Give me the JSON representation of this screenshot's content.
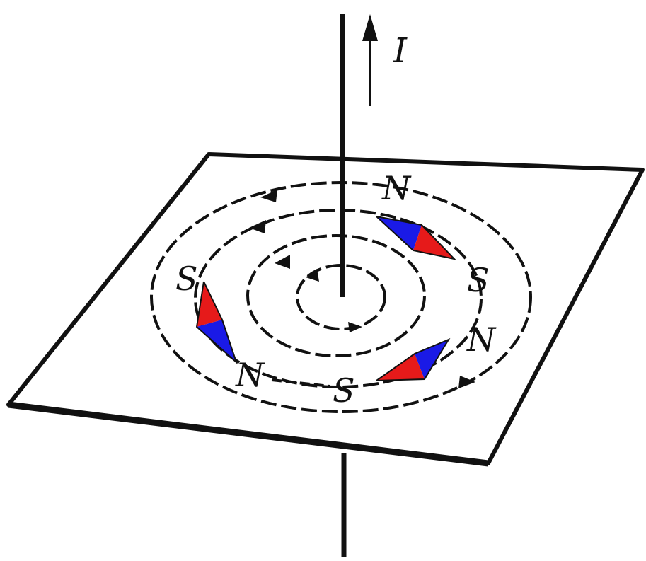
{
  "diagram": {
    "current_label": "I",
    "pole_labels": [
      "N",
      "S",
      "N",
      "S",
      "S",
      "N"
    ]
  },
  "colors": {
    "ink": "#111111",
    "north_pole": "#1a1ae6",
    "south_pole": "#e61a1a",
    "background": "#ffffff"
  }
}
